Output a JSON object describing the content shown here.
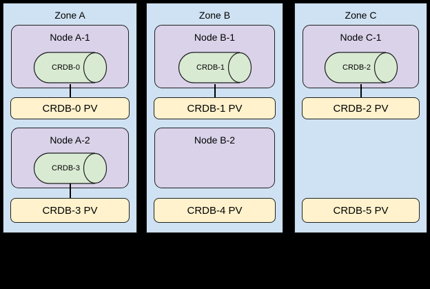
{
  "diagram": {
    "description": "CockroachDB pods across availability zones with persistent volumes",
    "colors": {
      "background": "#000000",
      "zone_fill": "#cfe2f3",
      "node_fill": "#d9d2e9",
      "cylinder_fill": "#d9ead3",
      "pv_fill": "#fff2cc",
      "border": "#1a1a1a"
    }
  },
  "zones": [
    {
      "title": "Zone A",
      "nodes": [
        {
          "label": "Node A-1",
          "cylinder": "CRDB-0",
          "connected": true
        },
        {
          "label": "Node A-2",
          "cylinder": "CRDB-3",
          "connected": true
        }
      ],
      "pvs": [
        "CRDB-0 PV",
        "CRDB-3 PV"
      ]
    },
    {
      "title": "Zone B",
      "nodes": [
        {
          "label": "Node B-1",
          "cylinder": "CRDB-1",
          "connected": true
        },
        {
          "label": "Node B-2",
          "cylinder": null,
          "connected": false
        }
      ],
      "pvs": [
        "CRDB-1 PV",
        "CRDB-4 PV"
      ]
    },
    {
      "title": "Zone C",
      "nodes": [
        {
          "label": "Node C-1",
          "cylinder": "CRDB-2",
          "connected": true
        }
      ],
      "pvs": [
        "CRDB-2 PV",
        "CRDB-5 PV"
      ]
    }
  ]
}
